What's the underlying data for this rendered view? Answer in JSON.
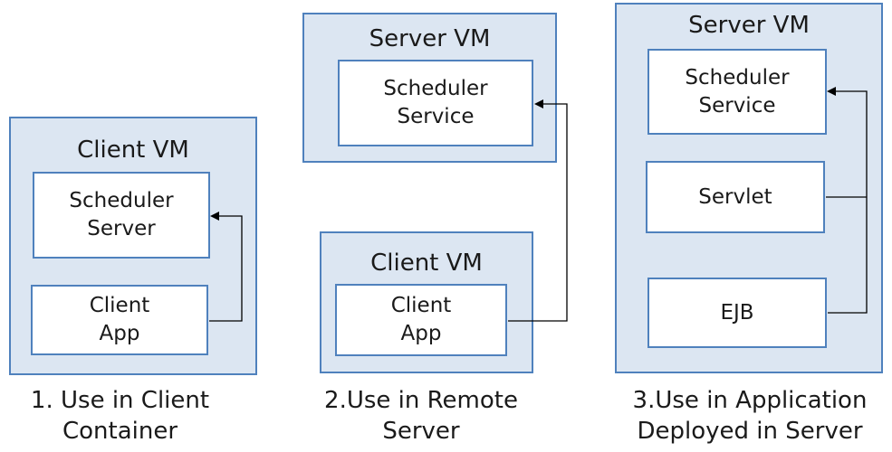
{
  "scenario1": {
    "vm_title": "Client VM",
    "scheduler": [
      "Scheduler",
      "Server"
    ],
    "app": [
      "Client",
      "App"
    ],
    "caption": [
      "1. Use in Client",
      "Container"
    ]
  },
  "scenario2": {
    "server_vm_title": "Server VM",
    "scheduler": [
      "Scheduler",
      "Service"
    ],
    "client_vm_title": "Client VM",
    "app": [
      "Client",
      "App"
    ],
    "caption": [
      "2.Use in Remote",
      "Server"
    ]
  },
  "scenario3": {
    "vm_title": "Server VM",
    "scheduler": [
      "Scheduler",
      "Service"
    ],
    "servlet": "Servlet",
    "ejb": "EJB",
    "caption": [
      "3.Use in Application",
      "Deployed in Server"
    ]
  },
  "colors": {
    "vm_fill": "#dce6f2",
    "border": "#4f81bd",
    "box_fill": "#ffffff",
    "line": "#000000"
  }
}
